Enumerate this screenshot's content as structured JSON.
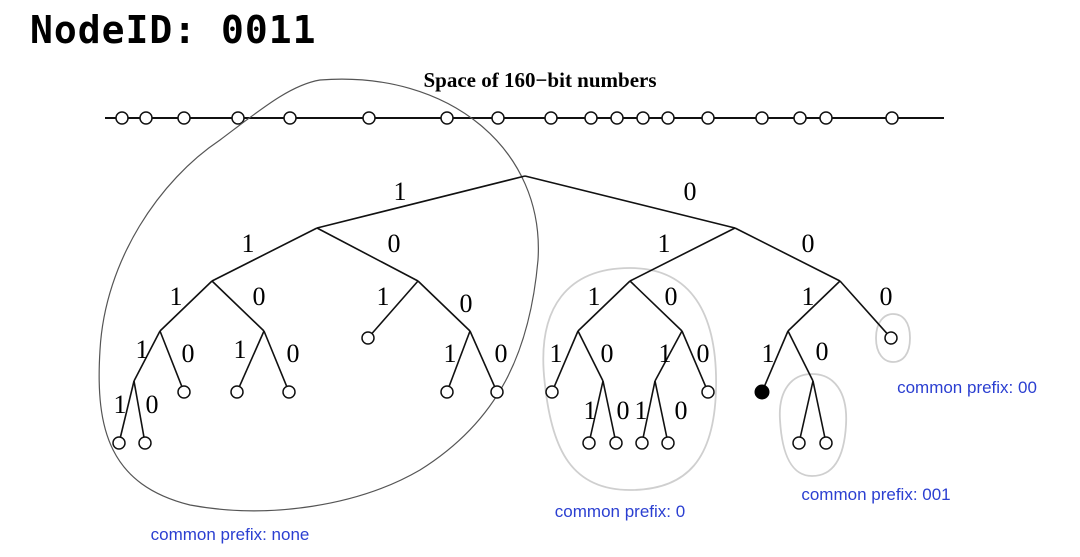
{
  "header": {
    "node_id": "NodeID: 0011"
  },
  "diagram": {
    "space_title": "Space of 160−bit numbers",
    "edge_labels": [
      "1",
      "0",
      "1",
      "0",
      "1",
      "0",
      "1",
      "0",
      "1",
      "0",
      "1",
      "0",
      "1",
      "0",
      "1",
      "0",
      "1",
      "0",
      "1",
      "0",
      "1",
      "0",
      "1",
      "0",
      "1",
      "0",
      "1",
      "0",
      "1",
      "0",
      "1",
      "0"
    ],
    "prefix_labels": {
      "none": "common prefix: none",
      "p0": "common prefix: 0",
      "p001": "common prefix: 001",
      "p00": "common prefix: 00"
    },
    "colors": {
      "line": "#111111",
      "group_outline": "#c8c8c8",
      "prefix_text": "#2b3fd1",
      "self_node": "#000000"
    }
  }
}
